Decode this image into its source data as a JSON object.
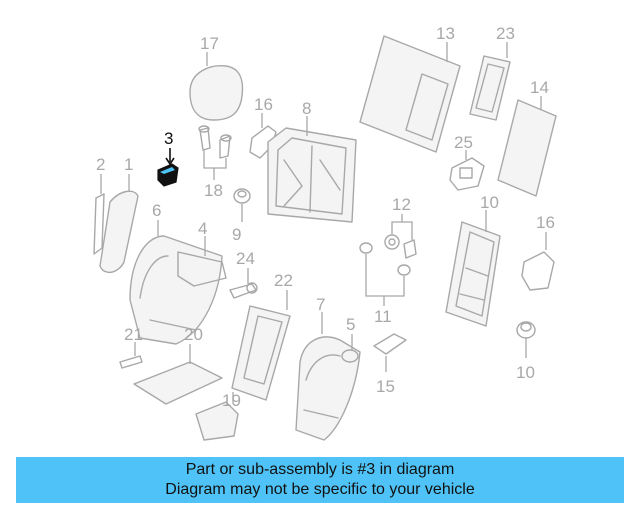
{
  "banner": {
    "line1": "Part or sub-assembly is #3 in diagram",
    "line2": "Diagram may not be specific to your vehicle"
  },
  "diagram": {
    "highlighted_part": "3",
    "highlight_color": "#4fc3f7",
    "banner_color": "#4fc3f7",
    "callouts": [
      "1",
      "2",
      "3",
      "4",
      "5",
      "6",
      "7",
      "8",
      "9",
      "10",
      "10",
      "11",
      "12",
      "13",
      "14",
      "15",
      "16",
      "16",
      "17",
      "18",
      "19",
      "20",
      "21",
      "22",
      "23",
      "24",
      "25"
    ]
  }
}
